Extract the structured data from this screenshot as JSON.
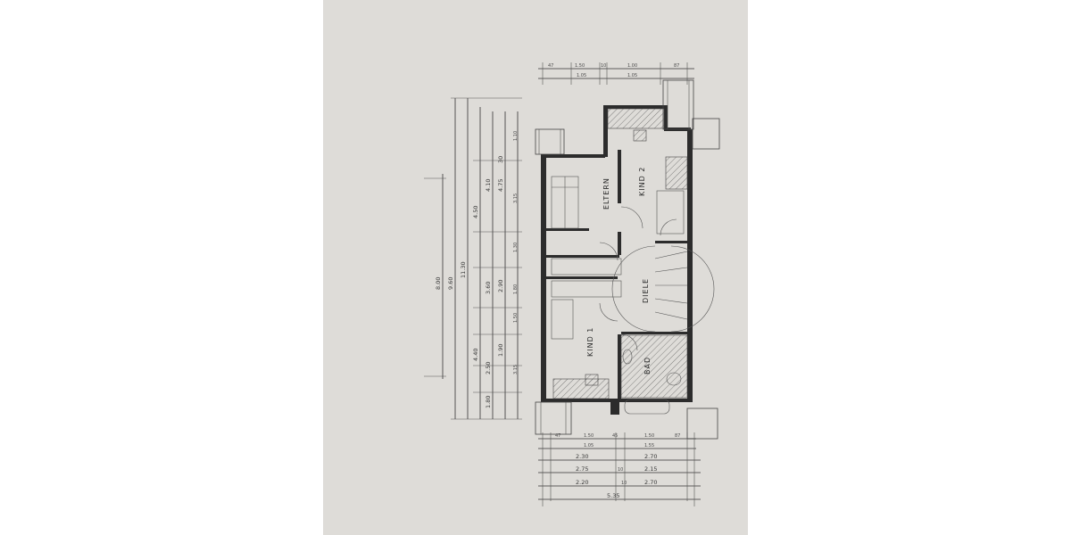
{
  "rooms": {
    "eltern": "ELTERN",
    "kind2": "KIND 2",
    "diele": "DIELE",
    "kind1": "KIND 1",
    "bad": "BAD"
  },
  "top_dims": {
    "row1": [
      "47",
      "1.50",
      "10",
      "1.00",
      "87"
    ],
    "row2": [
      "1.05",
      "1.05"
    ]
  },
  "left_dims": {
    "total_a": "8.00",
    "total_b": "9.60",
    "col3": [
      "11.30"
    ],
    "col4": [
      "4.50",
      "4.40"
    ],
    "col5": [
      "4.10",
      "3.60",
      "2.50",
      "1.80"
    ],
    "col6": [
      "4.75",
      "2.90",
      "1.90",
      "30"
    ],
    "col7": [
      "1.10",
      "3.15",
      "1.30",
      "1.80",
      "1.50",
      "3.15"
    ]
  },
  "bottom_dims": {
    "row0": [
      "47",
      "1.50",
      "45",
      "1.50",
      "87"
    ],
    "row0b": [
      "1.05",
      "1.55"
    ],
    "row1": [
      "2.30",
      "2.70"
    ],
    "row2": [
      "2.75",
      "10",
      "2.15"
    ],
    "row3": [
      "2.20",
      "10",
      "2.70"
    ],
    "total": "5.35"
  }
}
